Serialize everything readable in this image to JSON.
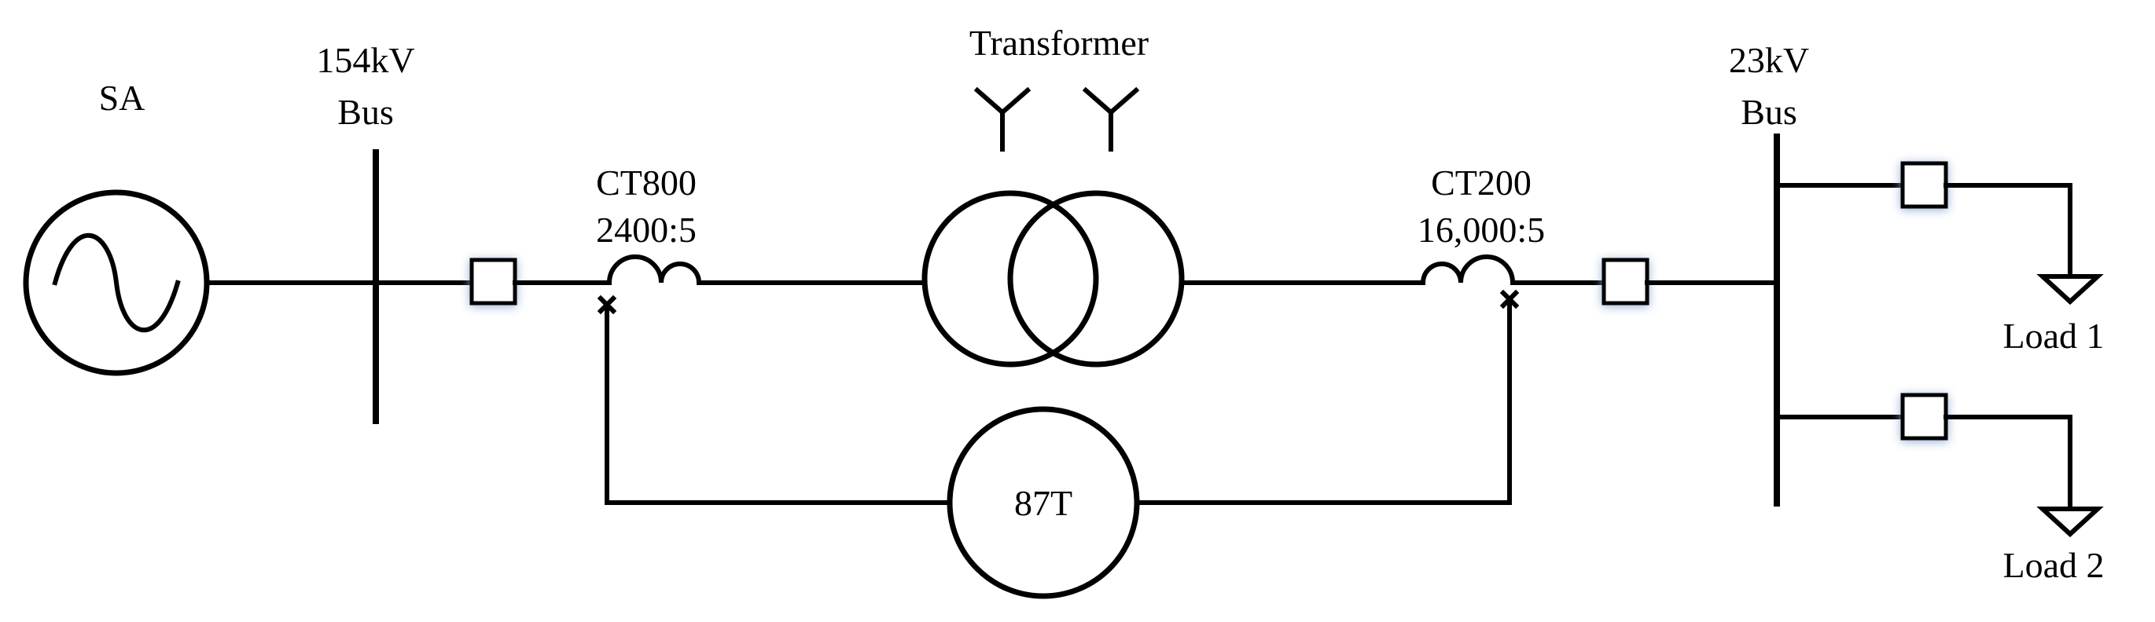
{
  "labels": {
    "source": "SA",
    "hv_bus_line1": "154kV",
    "hv_bus_line2": "Bus",
    "ct_primary_name": "CT800",
    "ct_primary_ratio": "2400:5",
    "transformer": "Transformer",
    "ct_secondary_name": "CT200",
    "ct_secondary_ratio": "16,000:5",
    "lv_bus_line1": "23kV",
    "lv_bus_line2": "Bus",
    "relay": "87T",
    "load1": "Load 1",
    "load2": "Load 2"
  },
  "icons": {
    "source": "ac-source-icon",
    "winding_hv": "wye-winding-icon",
    "winding_lv": "wye-winding-icon",
    "ground": "load-triangle-icon"
  }
}
